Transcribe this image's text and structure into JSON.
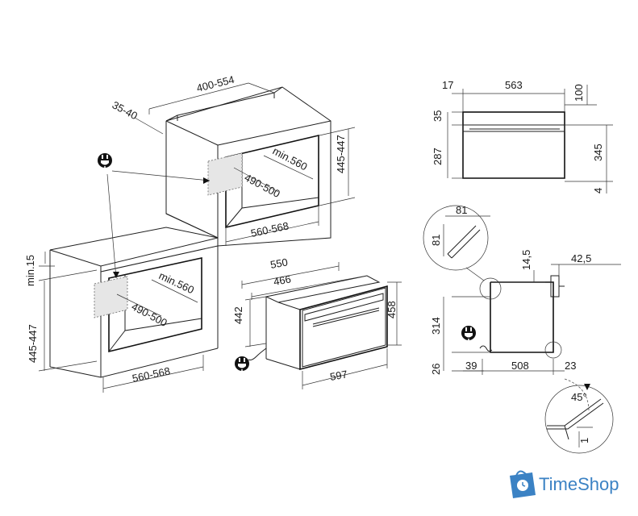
{
  "dimensions": {
    "cab1_top_width": "400-554",
    "cab1_gap": "35-40",
    "cab1_min_depth": "min.560",
    "cab1_opening_height": "445-447",
    "cab1_inner_depth": "490-500",
    "cab1_opening_width": "560-568",
    "cab2_min_gap": "min.15",
    "cab2_opening_height": "445-447",
    "cab2_min_depth": "min.560",
    "cab2_inner_depth": "490-500",
    "cab2_opening_width": "560-568",
    "oven_depth_total": "550",
    "oven_body_depth": "466",
    "oven_body_height": "442",
    "oven_front_height": "458",
    "oven_front_width": "597",
    "top_left_offset": "17",
    "top_width": "563",
    "top_vent": "100",
    "front_top_gap": "35",
    "front_body_height": "287",
    "front_panel_height": "345",
    "front_bottom_gap": "4",
    "detail_81_h": "81",
    "detail_81_v": "81",
    "side_top_gap": "14,5",
    "side_handle": "42,5",
    "side_height": "314",
    "side_bottom": "26",
    "side_left": "39",
    "side_depth": "508",
    "side_front": "23",
    "detail_angle": "45°",
    "detail_step": "1"
  },
  "brand": {
    "name": "TimeShop",
    "color": "#3b82c4"
  },
  "icons": {
    "plug": "plug-icon",
    "logo": "shop-bag-icon"
  }
}
